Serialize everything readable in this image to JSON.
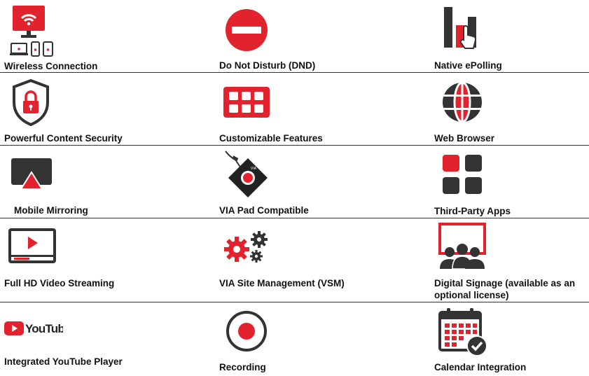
{
  "features": [
    {
      "label": "Wireless Connection",
      "icon": "wireless-connection-icon"
    },
    {
      "label": "Do Not Disturb (DND)",
      "icon": "do-not-disturb-icon"
    },
    {
      "label": "Native ePolling",
      "icon": "epolling-icon"
    },
    {
      "label": "Powerful Content Security",
      "icon": "shield-lock-icon"
    },
    {
      "label": "Customizable Features",
      "icon": "grid-keypad-icon"
    },
    {
      "label": "Web Browser",
      "icon": "globe-icon"
    },
    {
      "label": "Mobile Mirroring",
      "icon": "airplay-icon"
    },
    {
      "label": "VIA Pad Compatible",
      "icon": "via-pad-icon"
    },
    {
      "label": "Third-Party Apps",
      "icon": "apps-grid-icon"
    },
    {
      "label": "Full HD Video Streaming",
      "icon": "video-player-icon"
    },
    {
      "label": "VIA Site Management (VSM)",
      "icon": "gears-icon"
    },
    {
      "label": "Digital Signage (available as an optional license)",
      "icon": "signage-audience-icon"
    },
    {
      "label": "Integrated YouTube Player",
      "icon": "youtube-logo-icon"
    },
    {
      "label": "Recording",
      "icon": "record-icon"
    },
    {
      "label": "Calendar Integration",
      "icon": "calendar-check-icon"
    }
  ],
  "youtube_wordmark": "YouTube",
  "via_pad_text": "VIA",
  "colors": {
    "accent": "#e2222d",
    "dark": "#333333"
  }
}
